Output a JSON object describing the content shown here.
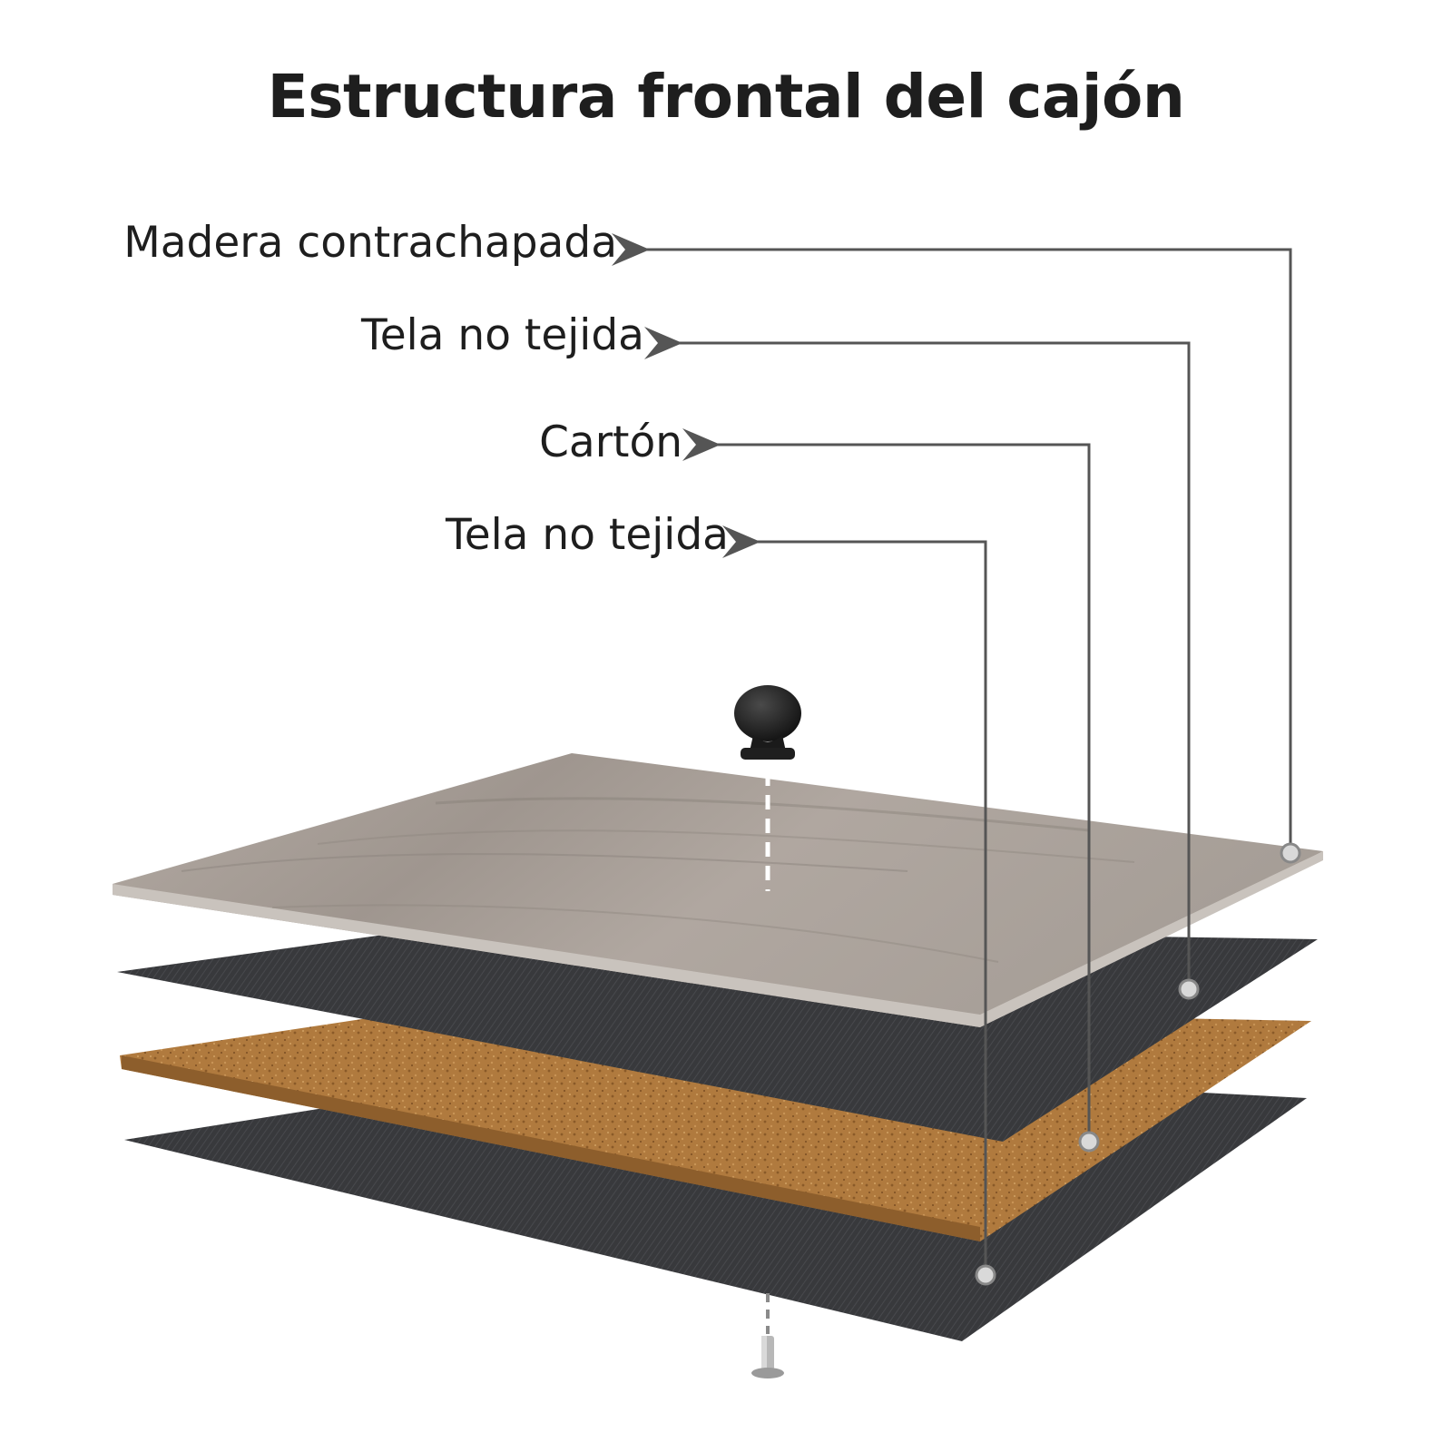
{
  "title": "Estructura frontal del cajón",
  "layers": [
    {
      "label": "Madera contrachapada",
      "material": "plywood"
    },
    {
      "label": "Tela no tejida",
      "material": "non-woven-fabric"
    },
    {
      "label": "Cartón",
      "material": "cardboard"
    },
    {
      "label": "Tela no tejida",
      "material": "non-woven-fabric"
    }
  ],
  "components": {
    "knob": "knob-icon",
    "screw": "screw-icon"
  },
  "colors": {
    "text": "#1e1e1e",
    "leader": "#555555",
    "plywood": "#a8a09a",
    "fabric": "#3a3b3e",
    "cardboard": "#b07a3e",
    "knob": "#1f1f1f"
  }
}
